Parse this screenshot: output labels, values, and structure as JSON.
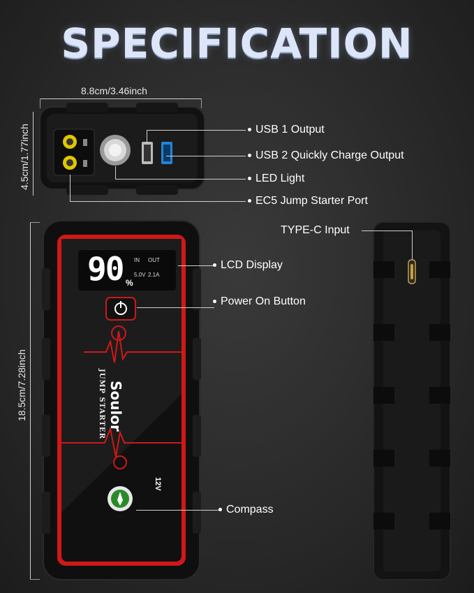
{
  "title": "SPECIFICATION",
  "dimensions": {
    "width": "8.8cm/3.46inch",
    "depth": "4.5cm/1.77inch",
    "length": "18.5cm/7.28inch"
  },
  "callouts": {
    "usb1": "USB 1 Output",
    "usb2": "USB 2 Quickly Charge Output",
    "led": "LED Light",
    "ec5": "EC5 Jump Starter Port",
    "typec": "TYPE-C Input",
    "lcd": "LCD Display",
    "power": "Power On Button",
    "compass": "Compass"
  },
  "device": {
    "lcd_percent": "90",
    "lcd_percent_sign": "%",
    "lcd_in": "IN",
    "lcd_out": "OUT",
    "lcd_voltage": "5.0V",
    "lcd_current": "2.1A",
    "brand": "Soulor",
    "product": "JUMP STARTER",
    "voltage_label": "12V"
  },
  "colors": {
    "accent_red": "#d01818",
    "body_black": "#141414"
  }
}
